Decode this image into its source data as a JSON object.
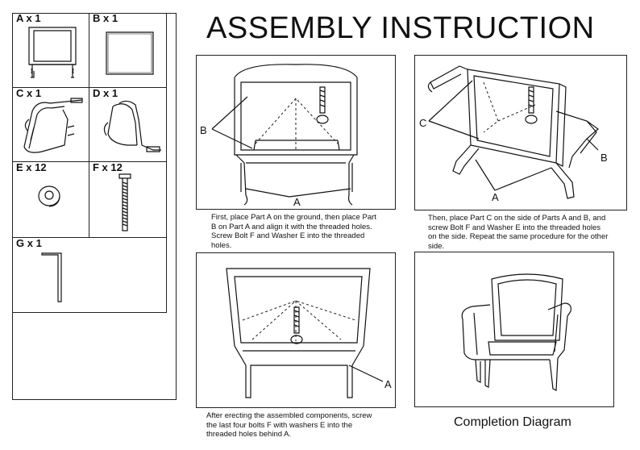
{
  "title": "ASSEMBLY INSTRUCTION",
  "parts": [
    {
      "label": "A x 1",
      "icon": "chair-seat-frame-icon"
    },
    {
      "label": "B x 1",
      "icon": "seat-cushion-board-icon"
    },
    {
      "label": "C x 1",
      "icon": "left-armrest-icon"
    },
    {
      "label": "D x 1",
      "icon": "right-armrest-icon"
    },
    {
      "label": "E x 12",
      "icon": "washer-icon"
    },
    {
      "label": "F x 12",
      "icon": "bolt-icon"
    },
    {
      "label": "G x 1",
      "icon": "allen-key-icon"
    }
  ],
  "steps": [
    {
      "caption": "First, place Part A on the ground, then place Part B on  Part A and align it with the threaded holes. Screw Bolt F and Washer E into the threaded holes.",
      "letters": [
        "B",
        "A"
      ]
    },
    {
      "caption": "Then, place Part C on the side of Parts A and B, and screw Bolt F and Washer E into the threaded holes on the side. Repeat the same procedure for the other side.",
      "letters": [
        "C",
        "B",
        "A"
      ]
    },
    {
      "caption": "After erecting the assembled components, screw the last four bolts F with washers E into the threaded holes behind A.",
      "letters": [
        "A"
      ]
    }
  ],
  "completion_label": "Completion Diagram"
}
